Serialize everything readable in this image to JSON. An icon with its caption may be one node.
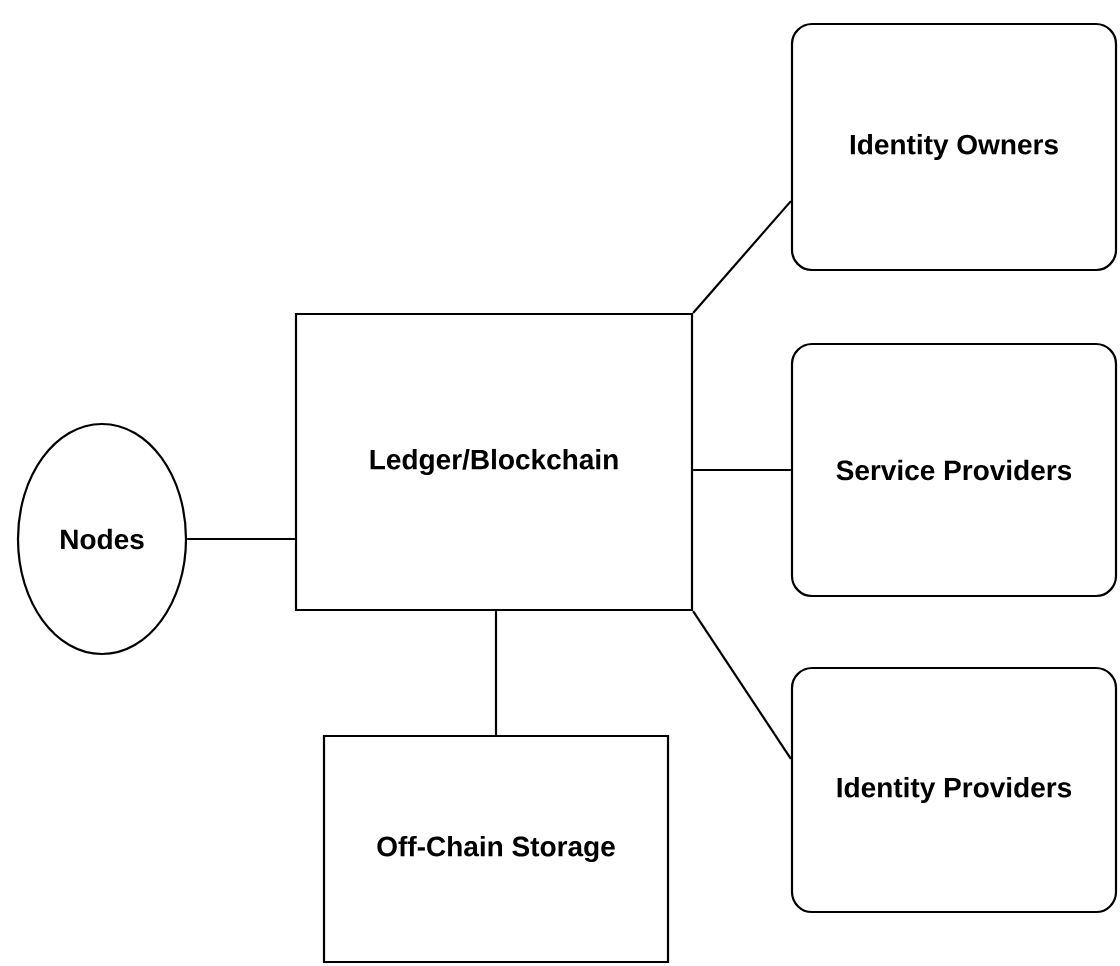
{
  "diagram": {
    "nodes": [
      {
        "text": [
          "Nodes"
        ]
      },
      {
        "text": [
          "Ledger/Blockchain"
        ]
      },
      {
        "text": [
          "Identity Owners"
        ]
      },
      {
        "text": [
          "Service Providers"
        ]
      },
      {
        "text": [
          "Identity Providers"
        ]
      },
      {
        "text": [
          "Off-Chain Storage"
        ]
      }
    ],
    "edges": [
      {
        "from": 0,
        "to": 1,
        "arrow": "none"
      },
      {
        "from": 1,
        "to": 2,
        "arrow": "none"
      },
      {
        "from": 1,
        "to": 3,
        "arrow": "none"
      },
      {
        "from": 1,
        "to": 4,
        "arrow": "none"
      },
      {
        "from": 1,
        "to": 5,
        "arrow": "none"
      }
    ]
  }
}
